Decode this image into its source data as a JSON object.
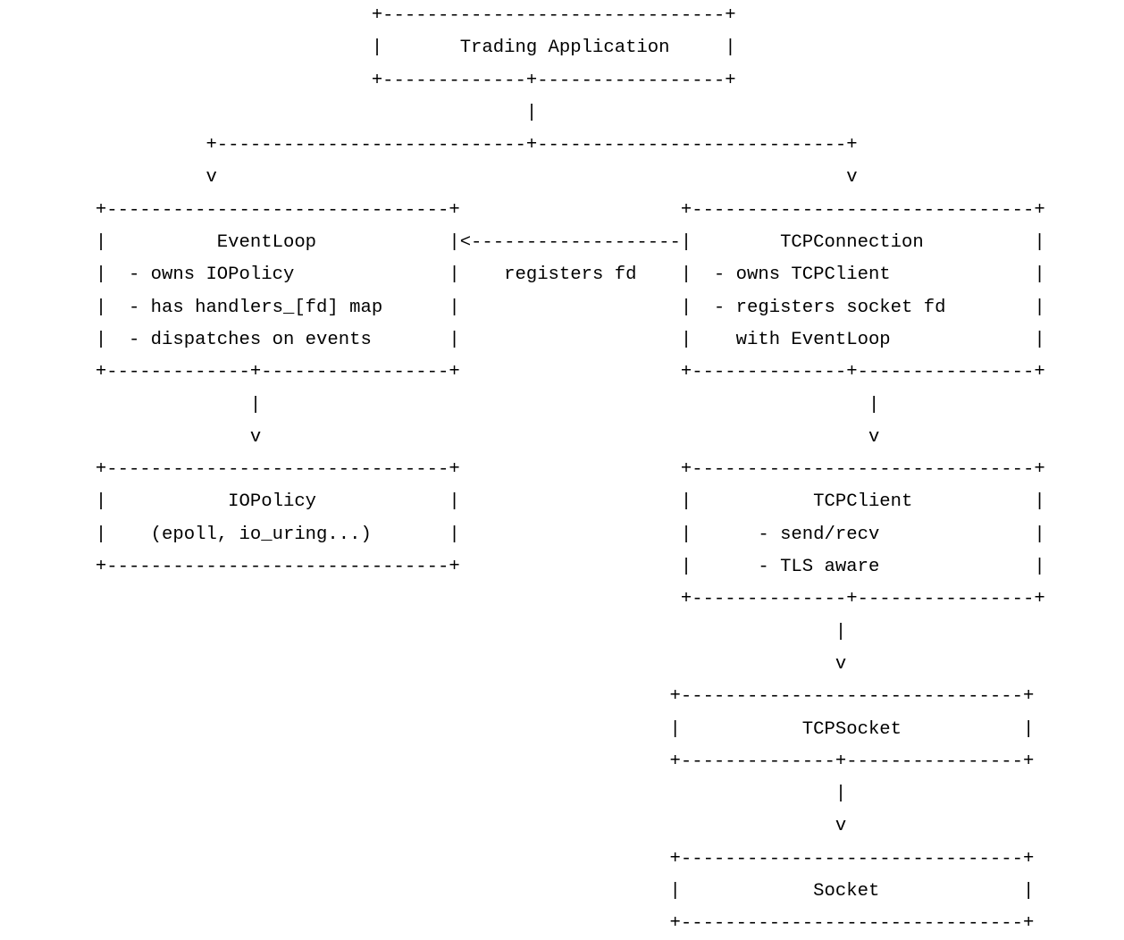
{
  "diagram": {
    "background": "#ffffff",
    "text_color": "#000000",
    "lines": [
      "                                 +-------------------------------+",
      "                                 |       Trading Application     |",
      "                                 +-------------+-----------------+",
      "                                               |",
      "                  +----------------------------+----------------------------+",
      "                  v                                                         v",
      "        +-------------------------------+                    +-------------------------------+",
      "        |          EventLoop            |<-------------------|        TCPConnection          |",
      "        |  - owns IOPolicy              |    registers fd    |  - owns TCPClient             |",
      "        |  - has handlers_[fd] map      |                    |  - registers socket fd        |",
      "        |  - dispatches on events       |                    |    with EventLoop             |",
      "        +-------------+-----------------+                    +--------------+----------------+",
      "                      |                                                       |",
      "                      v                                                       v",
      "        +-------------------------------+                    +-------------------------------+",
      "        |           IOPolicy            |                    |           TCPClient           |",
      "        |    (epoll, io_uring...)       |                    |      - send/recv              |",
      "        +-------------------------------+                    |      - TLS aware              |",
      "                                                             +--------------+----------------+",
      "                                                                           |",
      "                                                                           v",
      "                                                            +-------------------------------+",
      "                                                            |           TCPSocket           |",
      "                                                            +--------------+----------------+",
      "                                                                           |",
      "                                                                           v",
      "                                                            +-------------------------------+",
      "                                                            |            Socket             |",
      "                                                            +-------------------------------+"
    ]
  },
  "nodes": [
    {
      "title": "Trading Application",
      "details": []
    },
    {
      "title": "EventLoop",
      "details": [
        "- owns IOPolicy",
        "- has handlers_[fd] map",
        "- dispatches on events"
      ]
    },
    {
      "title": "TCPConnection",
      "details": [
        "- owns TCPClient",
        "- registers socket fd",
        "with EventLoop"
      ]
    },
    {
      "title": "IOPolicy",
      "details": [
        "(epoll, io_uring...)"
      ]
    },
    {
      "title": "TCPClient",
      "details": [
        "- send/recv",
        "- TLS aware"
      ]
    },
    {
      "title": "TCPSocket",
      "details": []
    },
    {
      "title": "Socket",
      "details": []
    }
  ],
  "edges": [
    {
      "from": "Trading Application",
      "to": "EventLoop",
      "label": ""
    },
    {
      "from": "Trading Application",
      "to": "TCPConnection",
      "label": ""
    },
    {
      "from": "TCPConnection",
      "to": "EventLoop",
      "label": "registers fd"
    },
    {
      "from": "EventLoop",
      "to": "IOPolicy",
      "label": ""
    },
    {
      "from": "TCPConnection",
      "to": "TCPClient",
      "label": ""
    },
    {
      "from": "TCPClient",
      "to": "TCPSocket",
      "label": ""
    },
    {
      "from": "TCPSocket",
      "to": "Socket",
      "label": ""
    }
  ]
}
